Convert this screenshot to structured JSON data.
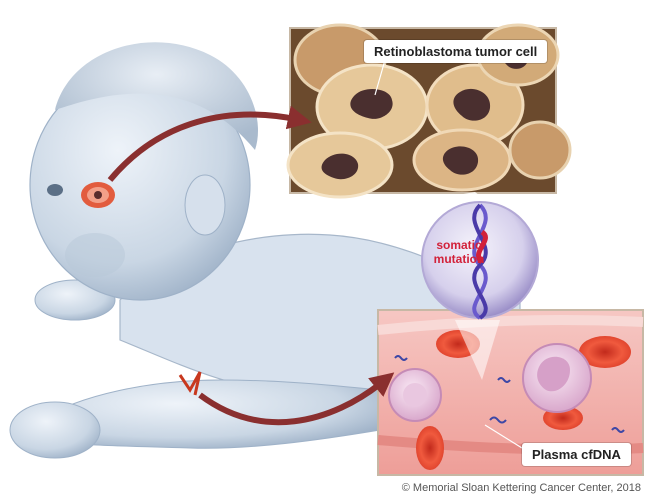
{
  "labels": {
    "tumor_cell": "Retinoblastoma tumor cell",
    "somatic": "somatic",
    "mutation": "mutation",
    "plasma_cfdna": "Plasma cfDNA"
  },
  "credit": "© Memorial Sloan Kettering Cancer Center, 2018",
  "colors": {
    "skin": "#c9d6e4",
    "tumor_bg": "#6b4a2d",
    "cell_cytoplasm": "#e6c89a",
    "nucleus": "#4a2f2f",
    "vessel": "#f3b4b4",
    "red_blood_cell": "#e8442e",
    "white_blood_cell": "#d7a0c8",
    "dna_strand": "#6a5acd",
    "mutation_accent": "#d2213a",
    "arrow": "#8a2f2f"
  },
  "icons": [
    "dna-helix-icon",
    "red-blood-cell-icon",
    "white-blood-cell-icon"
  ]
}
